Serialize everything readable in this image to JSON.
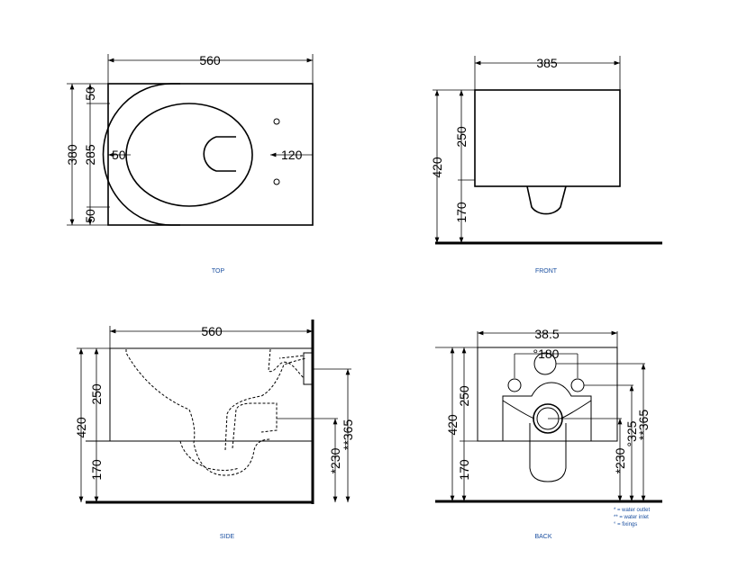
{
  "views": {
    "top": {
      "caption": "TOP",
      "width": "560",
      "depth_total": "380",
      "depth_inner": "285",
      "margin_top": "50",
      "margin_bottom": "50",
      "inset_left": "50",
      "fixing_offset": "120"
    },
    "front": {
      "caption": "FRONT",
      "width": "385",
      "height_total": "420",
      "body_height": "250",
      "floor_height": "170"
    },
    "side": {
      "caption": "SIDE",
      "width": "560",
      "height_total": "420",
      "body_height": "250",
      "floor_height": "170",
      "outlet_height": "*230",
      "inlet_height": "**365"
    },
    "back": {
      "caption": "BACK",
      "width": "38.5",
      "fixing_spacing": "°180",
      "height_total": "420",
      "body_height": "250",
      "floor_height": "170",
      "outlet_height": "*230",
      "fixing_height": "°325",
      "inlet_height": "**365"
    }
  },
  "legend": [
    "* = water outlet",
    "** = water inlet",
    "° = fixings"
  ]
}
